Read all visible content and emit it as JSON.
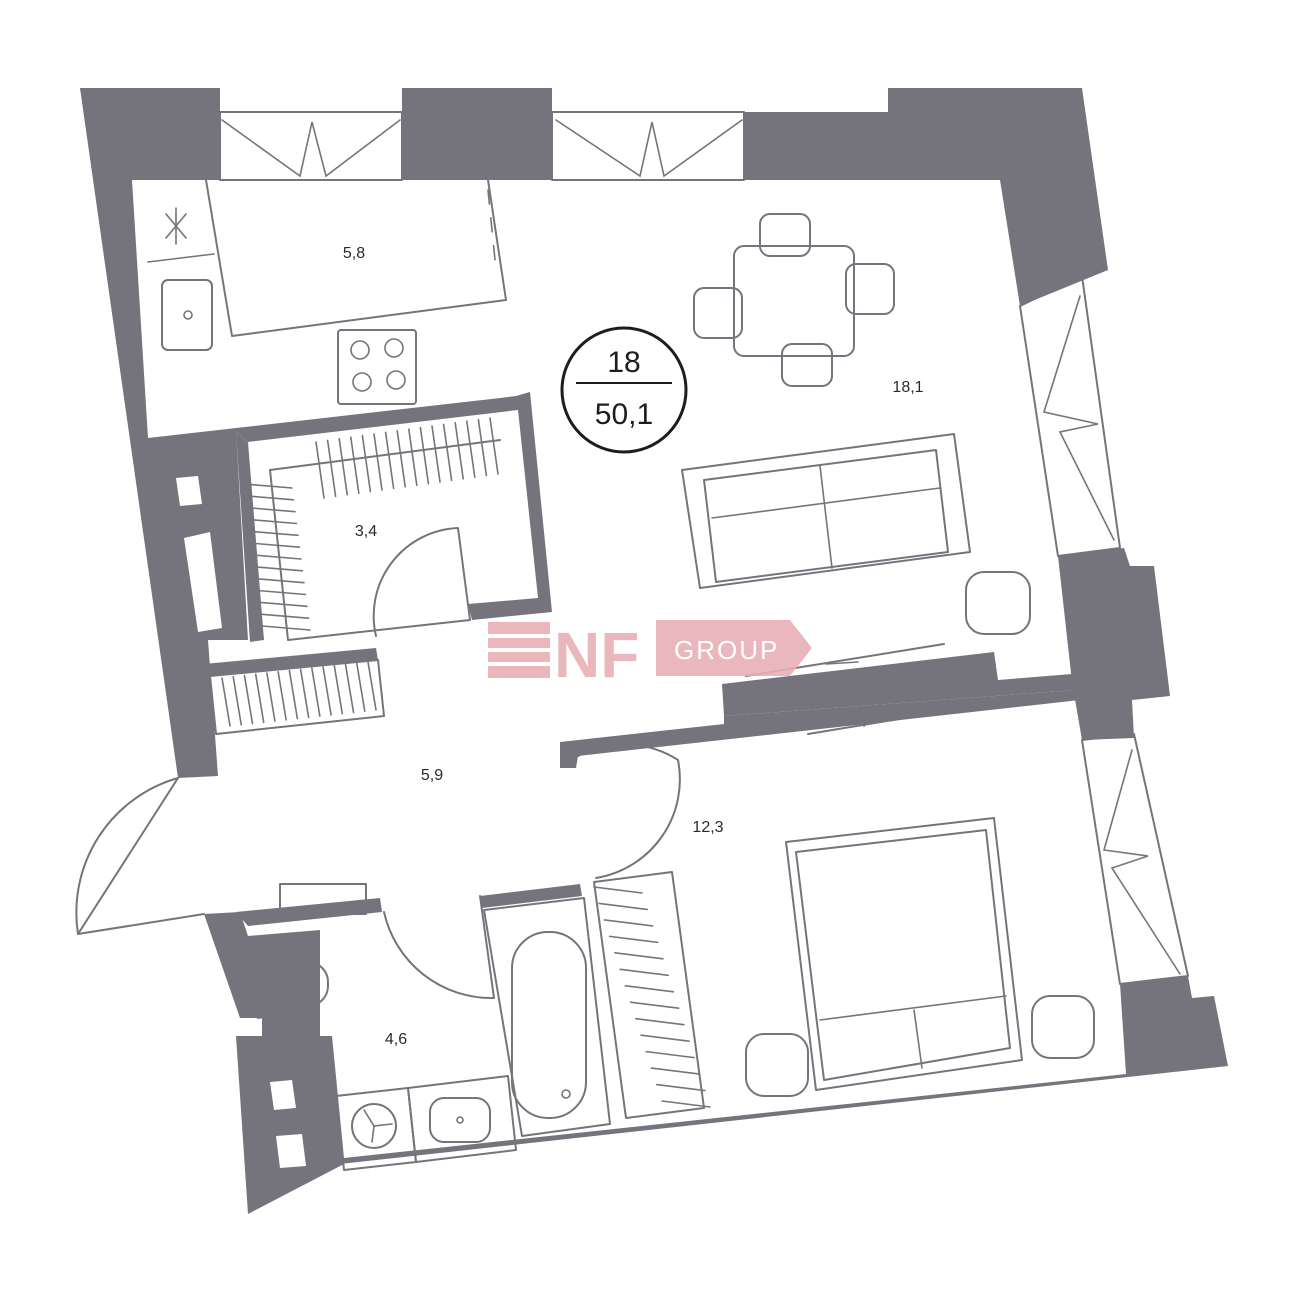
{
  "apartment": {
    "number": "18",
    "total_area": "50,1"
  },
  "rooms": {
    "kitchen": "5,8",
    "living_room": "18,1",
    "wardrobe": "3,4",
    "hallway": "5,9",
    "bedroom": "12,3",
    "bathroom": "4,6"
  },
  "watermark": {
    "mark": "NF",
    "text": "GROUP",
    "color": "#e7b0b5"
  },
  "colors": {
    "wall": "#75747c",
    "background": "#ffffff",
    "text": "#1d1d1f"
  }
}
